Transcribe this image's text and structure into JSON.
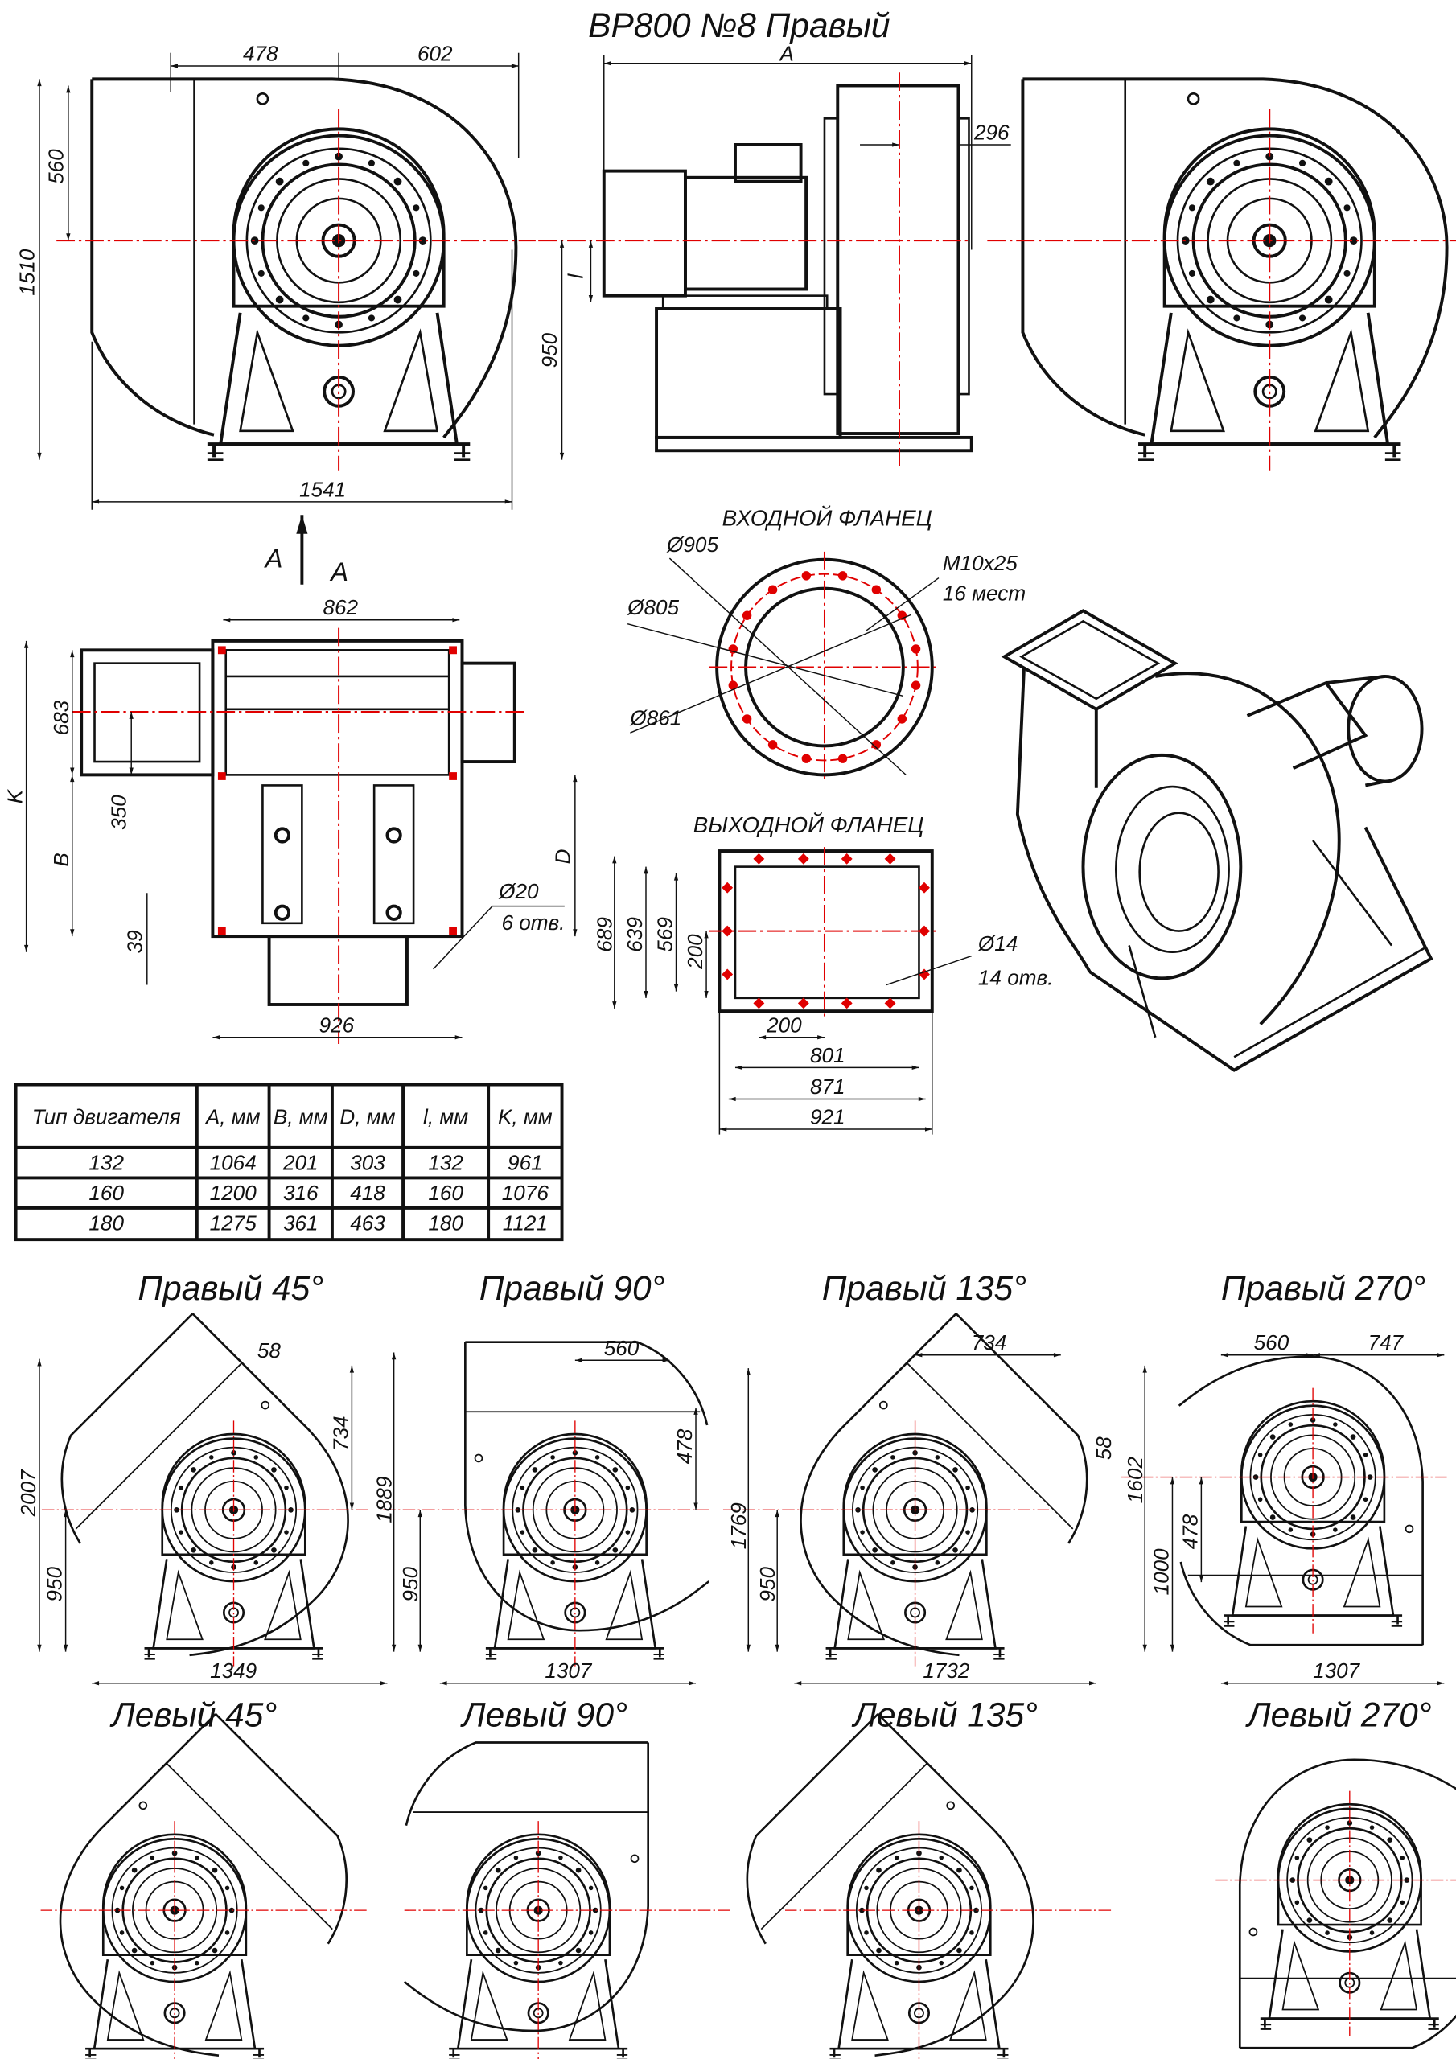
{
  "title": "ВР800 №8 Правый",
  "front_view": {
    "d478": "478",
    "d602": "602",
    "d560": "560",
    "d1510": "1510",
    "d1541": "1541"
  },
  "side_view": {
    "a": "A",
    "d296": "296",
    "l": "l",
    "d950": "950"
  },
  "view_arrow": {
    "a1": "A",
    "a2": "A"
  },
  "plan_view": {
    "d862": "862",
    "d683": "683",
    "k": "K",
    "d350": "350",
    "b": "B",
    "d39": "39",
    "d": "D",
    "hole": "Ø20",
    "holes": "6 отв.",
    "d926": "926"
  },
  "inlet_flange": {
    "title": "ВХОДНОЙ ФЛАНЕЦ",
    "d905": "Ø905",
    "d805": "Ø805",
    "d861": "Ø861",
    "bolt": "M10x25",
    "bolt_count": "16 мест"
  },
  "outlet_flange": {
    "title": "ВЫХОДНОЙ ФЛАНЕЦ",
    "d689": "689",
    "d639": "639",
    "d569": "569",
    "d200v": "200",
    "d200h": "200",
    "d801": "801",
    "d871": "871",
    "d921": "921",
    "hole": "Ø14",
    "holes": "14 отв."
  },
  "table": {
    "headers": [
      "Тип двигателя",
      "A, мм",
      "B, мм",
      "D, мм",
      "l, мм",
      "K, мм"
    ],
    "rows": [
      [
        "132",
        "1064",
        "201",
        "303",
        "132",
        "961"
      ],
      [
        "160",
        "1200",
        "316",
        "418",
        "160",
        "1076"
      ],
      [
        "180",
        "1275",
        "361",
        "463",
        "180",
        "1121"
      ]
    ]
  },
  "variants": {
    "r45": {
      "label": "Правый 45°",
      "dims": [
        "58",
        "734",
        "2007",
        "950",
        "1349"
      ]
    },
    "r90": {
      "label": "Правый 90°",
      "dims": [
        "560",
        "478",
        "1889",
        "950",
        "1307"
      ]
    },
    "r135": {
      "label": "Правый 135°",
      "dims": [
        "734",
        "58",
        "1769",
        "950",
        "1732"
      ]
    },
    "r270": {
      "label": "Правый 270°",
      "dims": [
        "560",
        "747",
        "1602",
        "1000",
        "478",
        "1307"
      ]
    },
    "l45": {
      "label": "Левый 45°"
    },
    "l90": {
      "label": "Левый 90°"
    },
    "l135": {
      "label": "Левый 135°"
    },
    "l270": {
      "label": "Левый 270°"
    }
  },
  "colors": {
    "axis": "#e00000",
    "line": "#111111"
  }
}
